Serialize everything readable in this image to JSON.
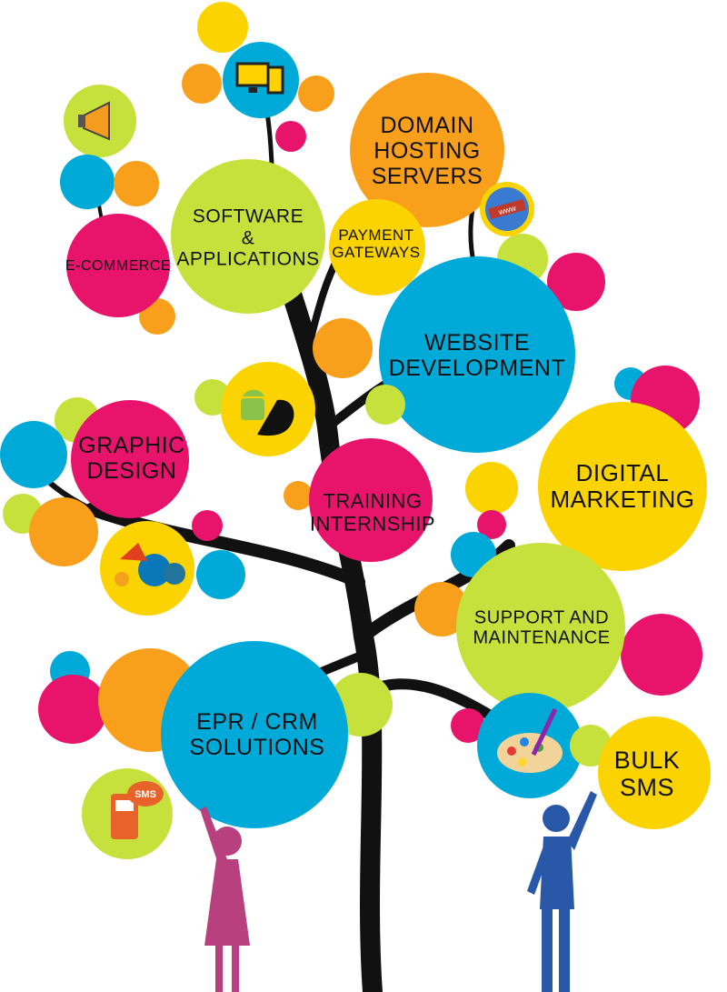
{
  "colors": {
    "pink": "#e8146c",
    "yellow": "#fbd300",
    "blue": "#00aad8",
    "lime": "#c6e03c",
    "orange": "#f8a01b",
    "trunk": "#111111",
    "woman": "#b9407e",
    "man": "#2a58a8"
  },
  "labels": {
    "domain": [
      "DOMAIN",
      "HOSTING",
      "SERVERS"
    ],
    "software": [
      "SOFTWARE",
      "&",
      "APPLICATIONS"
    ],
    "payment": [
      "PAYMENT",
      "GATEWAYS"
    ],
    "ecommerce": [
      "E-COMMERCE"
    ],
    "website": [
      "WEBSITE",
      "DEVELOPMENT"
    ],
    "graphic": [
      "GRAPHIC",
      "DESIGN"
    ],
    "training": [
      "TRAINING",
      "INTERNSHIP"
    ],
    "digital": [
      "DIGITAL",
      "MARKETING"
    ],
    "support": [
      "SUPPORT AND",
      "MAINTENANCE"
    ],
    "epr": [
      "EPR / CRM",
      "SOLUTIONS"
    ],
    "bulk": [
      "BULK",
      "SMS"
    ],
    "sms_icon": "SMS",
    "www_icon": "www"
  },
  "icons": [
    "devices-icon",
    "megaphone-icon",
    "globe-www-icon",
    "android-apple-icon",
    "cms-logos-icon",
    "sms-phone-icon",
    "paint-palette-icon",
    "woman-figure-icon",
    "man-figure-icon"
  ]
}
